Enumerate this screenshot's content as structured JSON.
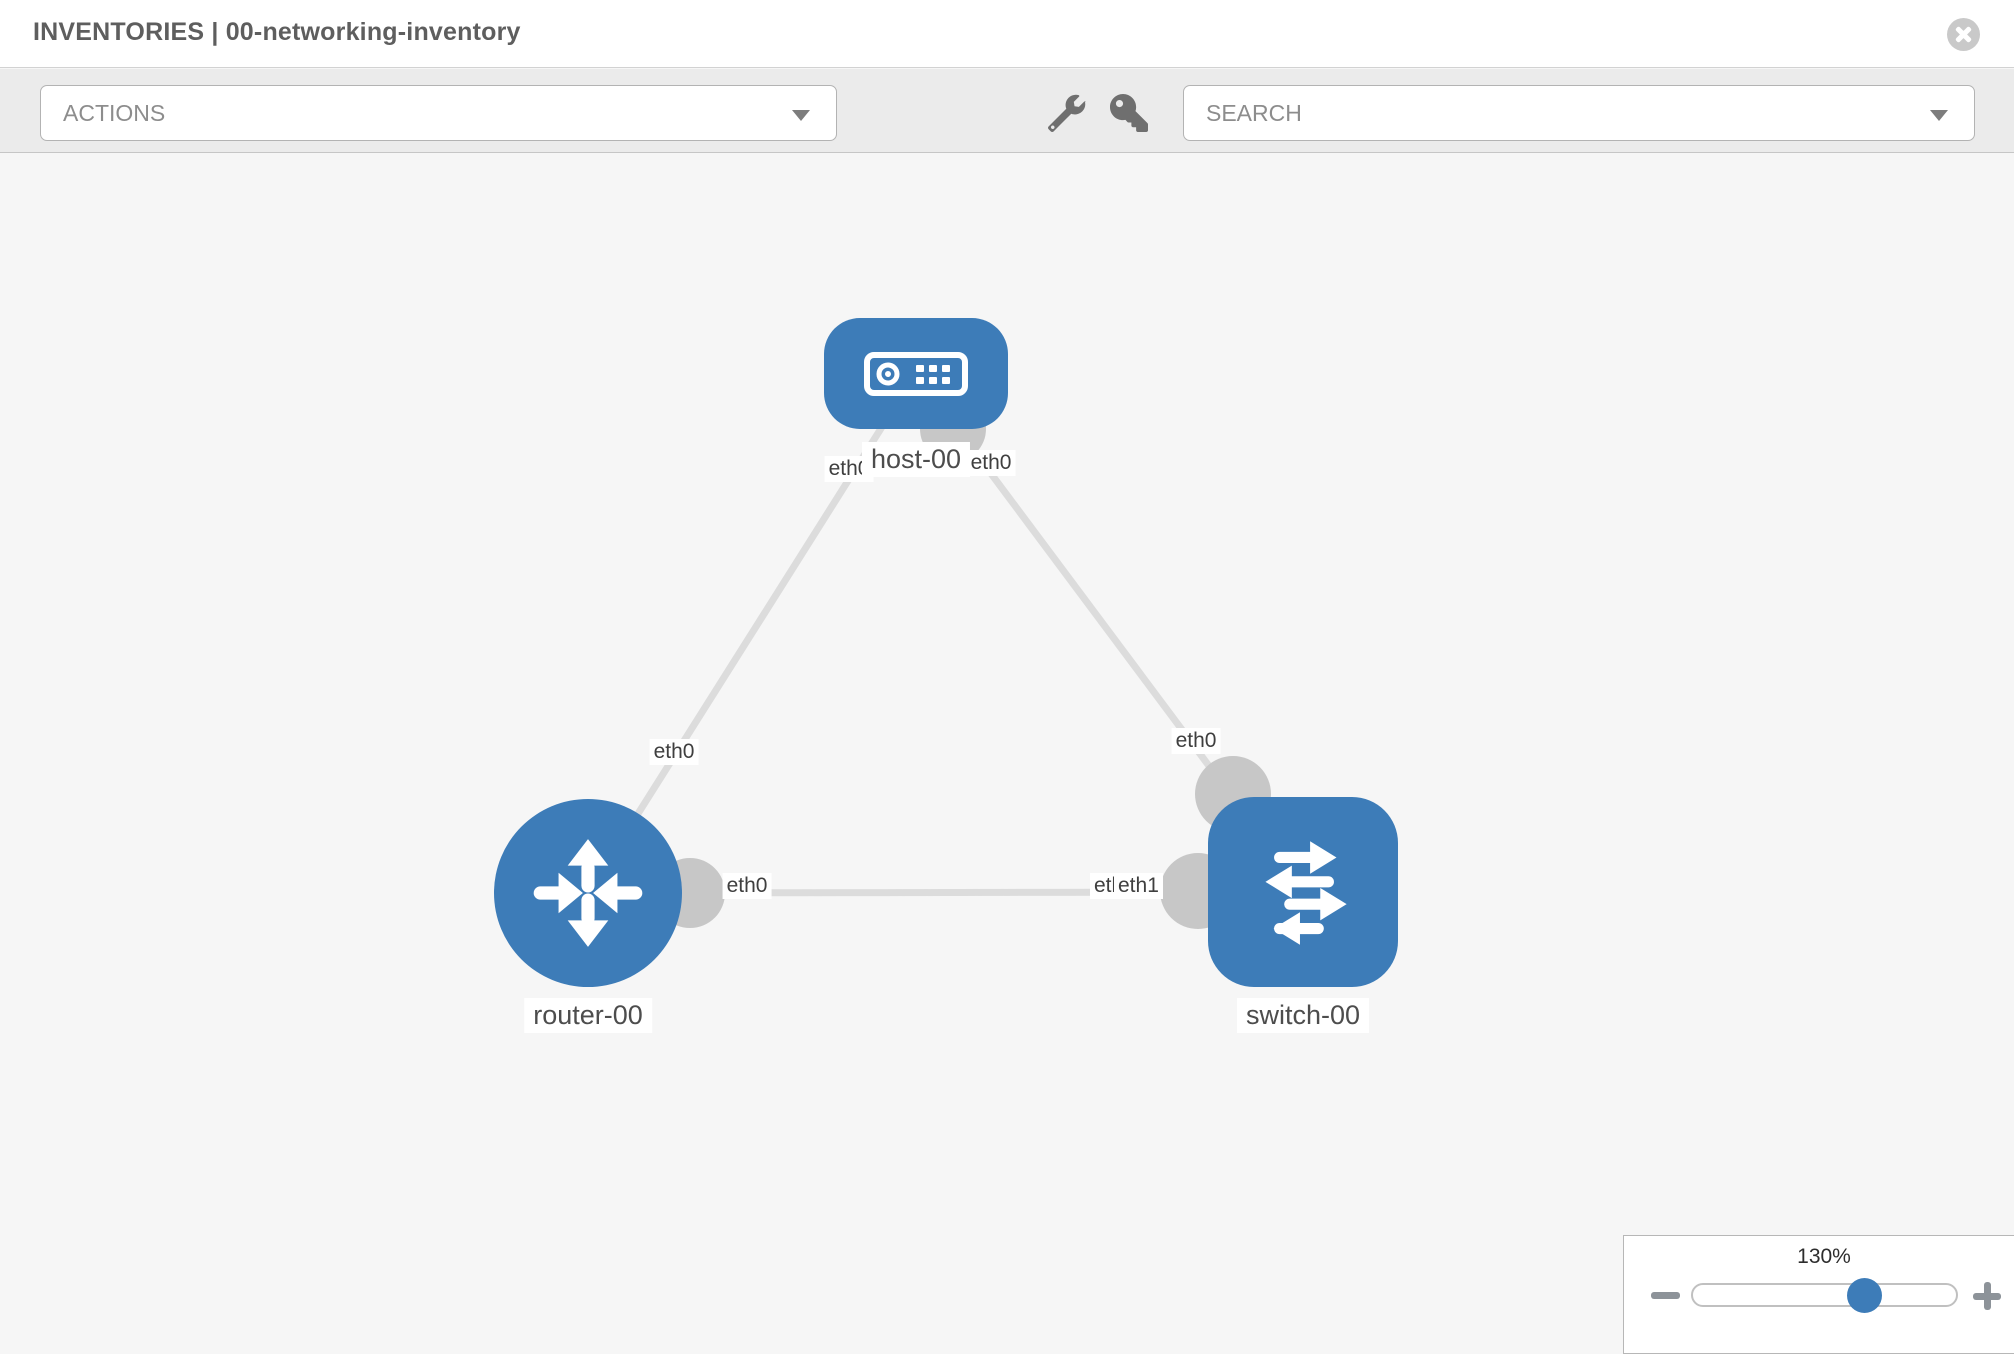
{
  "header": {
    "title": "INVENTORIES | 00-networking-inventory"
  },
  "toolbar": {
    "actions_label": "ACTIONS",
    "search_placeholder": "SEARCH",
    "icons": [
      "wrench-icon",
      "key-icon"
    ]
  },
  "topology": {
    "nodes": [
      {
        "label": "host-00",
        "type": "host"
      },
      {
        "label": "router-00",
        "type": "router"
      },
      {
        "label": "switch-00",
        "type": "switch"
      }
    ],
    "links": [
      {
        "from": "host-00",
        "to": "router-00",
        "from_iface": "eth0",
        "to_iface": "eth0"
      },
      {
        "from": "host-00",
        "to": "switch-00",
        "from_iface": "eth0",
        "to_iface": "eth0"
      },
      {
        "from": "router-00",
        "to": "switch-00",
        "from_iface": "eth0",
        "to_iface": "eth1",
        "to_iface_overlapped": "eth0"
      }
    ]
  },
  "zoom_control": {
    "value": "130%"
  },
  "colors": {
    "node_blue": "#3d7cb8",
    "link_gray": "#dcdcdc",
    "port_gray": "#c7c7c7",
    "toolbar_gray": "#ebebeb"
  }
}
